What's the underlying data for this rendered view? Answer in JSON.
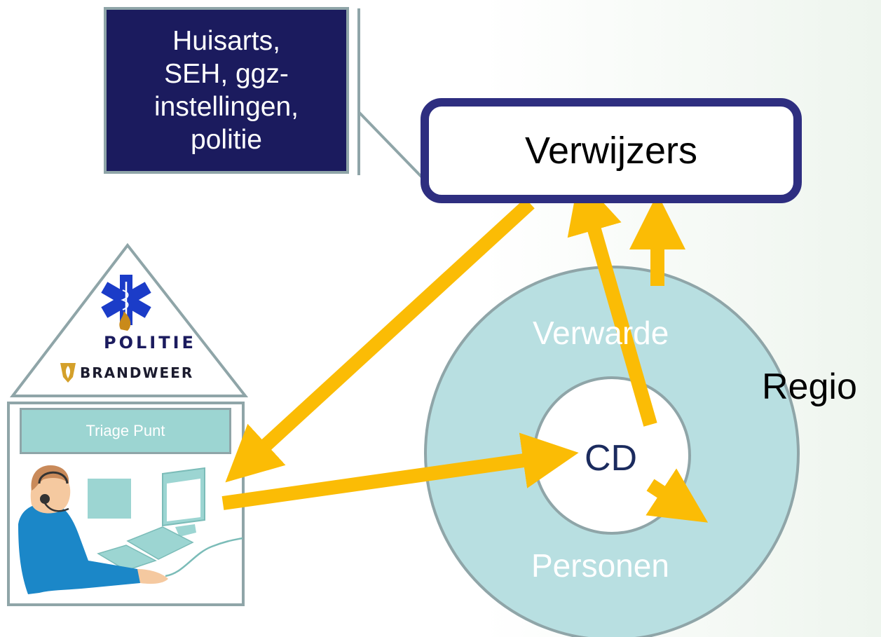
{
  "callout": {
    "text": "Huisarts,\nSEH, ggz-\ninstellingen,\npolitie"
  },
  "verwijzers": {
    "label": "Verwijzers"
  },
  "triage": {
    "label": "Triage Punt"
  },
  "logos": {
    "politie": "POLITIE",
    "brandweer": "BRANDWEER"
  },
  "regio": {
    "label": "Regio",
    "outer_top": "Verwarde",
    "outer_bottom": "Personen",
    "center": "CD"
  },
  "colors": {
    "navy": "#1b1b5e",
    "frame": "#2e2e80",
    "arrow": "#fbbc05",
    "ring": "#b8dfe1",
    "ring_border": "#8fa5a8",
    "teal": "#9cd5d2"
  }
}
